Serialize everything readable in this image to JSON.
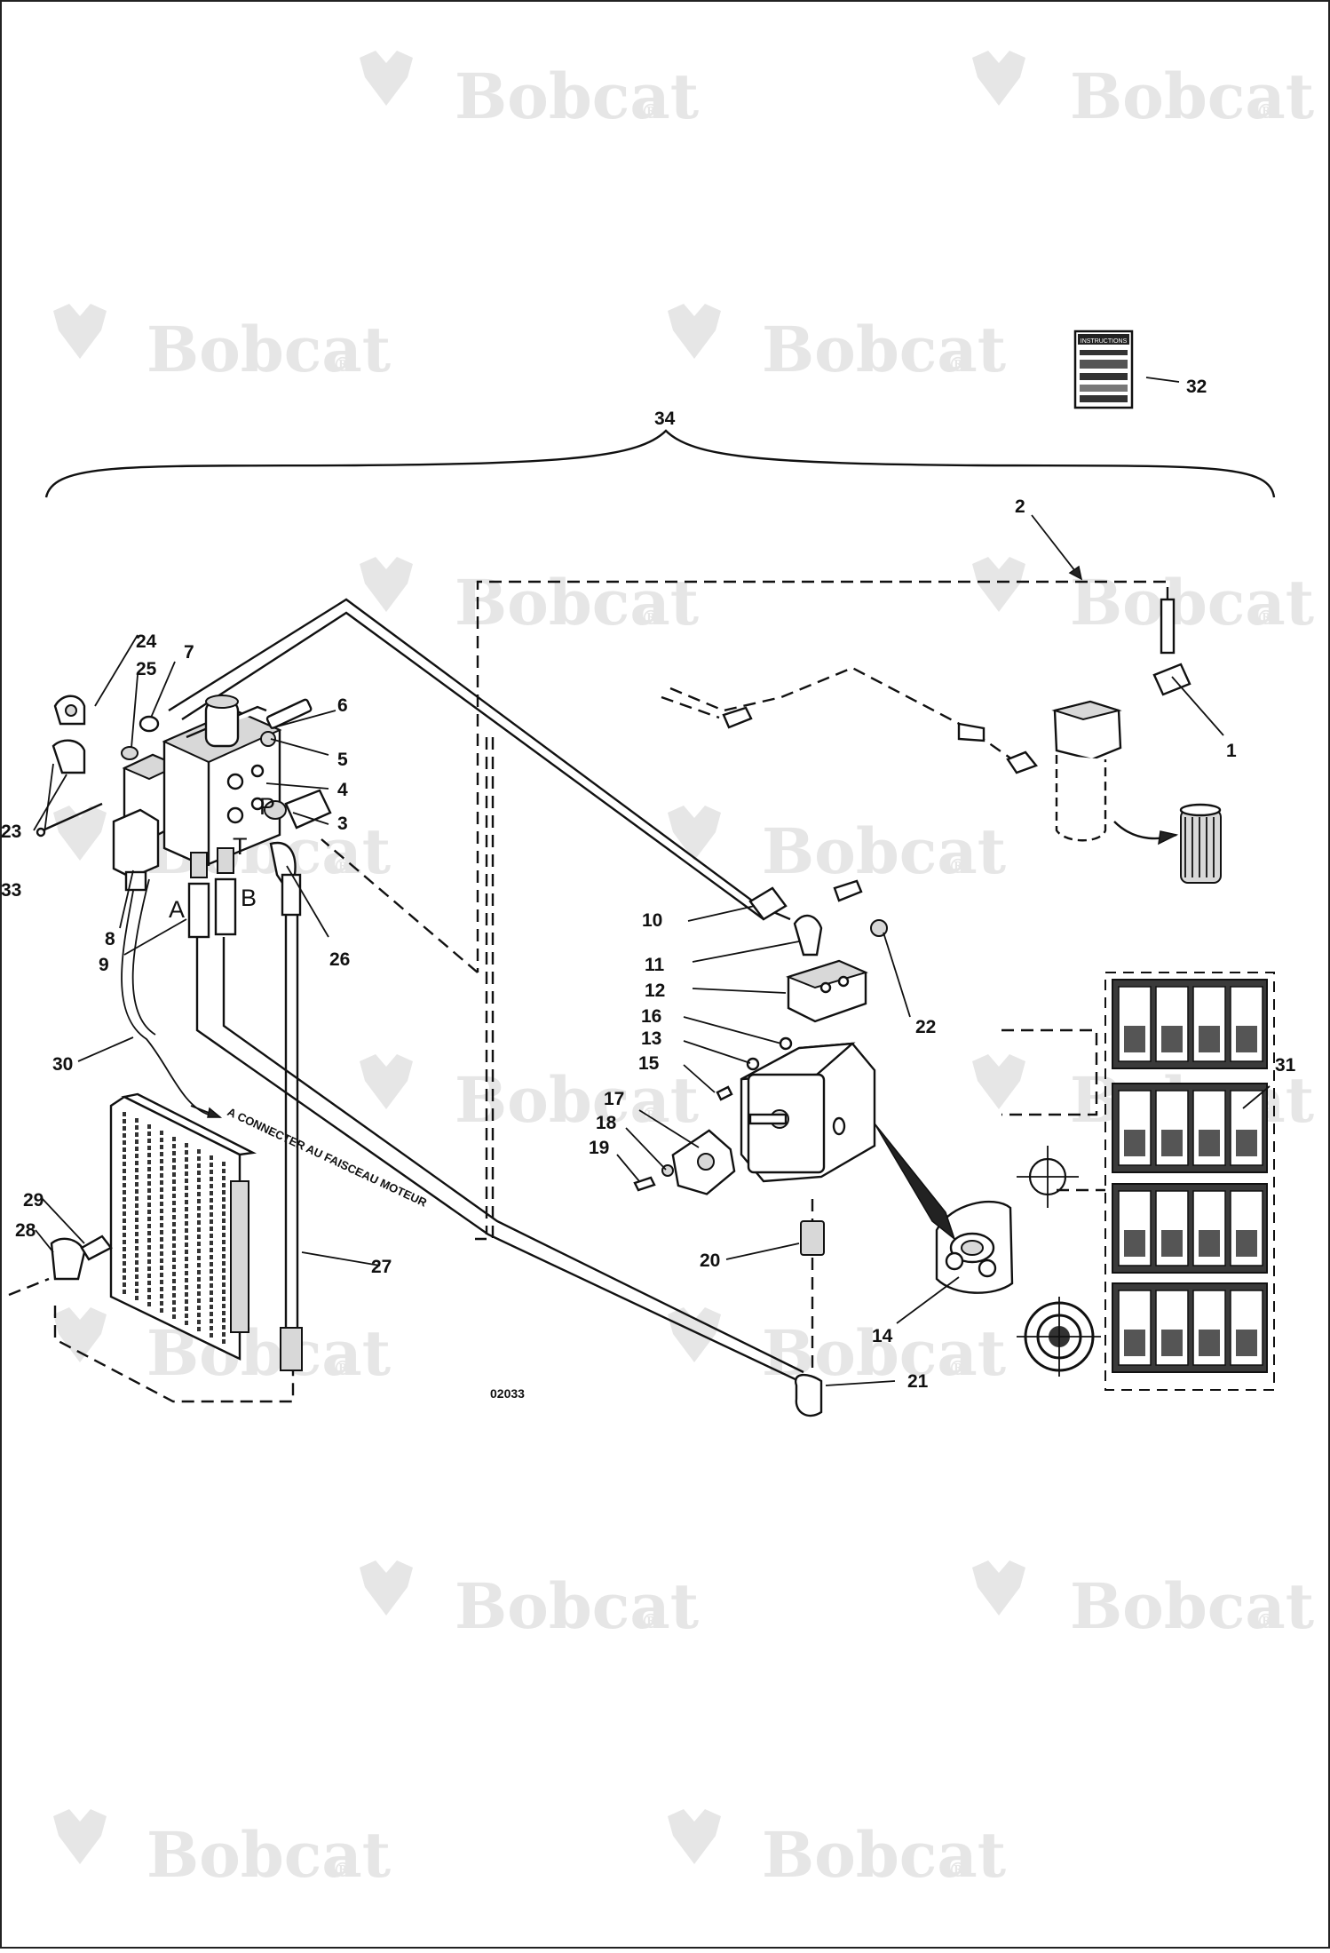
{
  "watermark": {
    "text": "Bobcat",
    "mark": "®"
  },
  "drawing_number": "02033",
  "connection_note": "A CONNECTER AU FAISCEAU MOTEUR",
  "decal_title": "INSTRUCTIONS",
  "port_labels": {
    "p": "P",
    "t": "T",
    "a": "A",
    "b": "B"
  },
  "callouts": {
    "n1": "1",
    "n2": "2",
    "n3": "3",
    "n4": "4",
    "n5": "5",
    "n6": "6",
    "n7": "7",
    "n8": "8",
    "n9": "9",
    "n10": "10",
    "n11": "11",
    "n12": "12",
    "n13": "13",
    "n14": "14",
    "n15": "15",
    "n16": "16",
    "n17": "17",
    "n18": "18",
    "n19": "19",
    "n20": "20",
    "n21": "21",
    "n22": "22",
    "n23": "23",
    "n24": "24",
    "n25": "25",
    "n26": "26",
    "n27": "27",
    "n28": "28",
    "n29": "29",
    "n30": "30",
    "n31": "31",
    "n32": "32",
    "n33": "33",
    "n34": "34"
  }
}
